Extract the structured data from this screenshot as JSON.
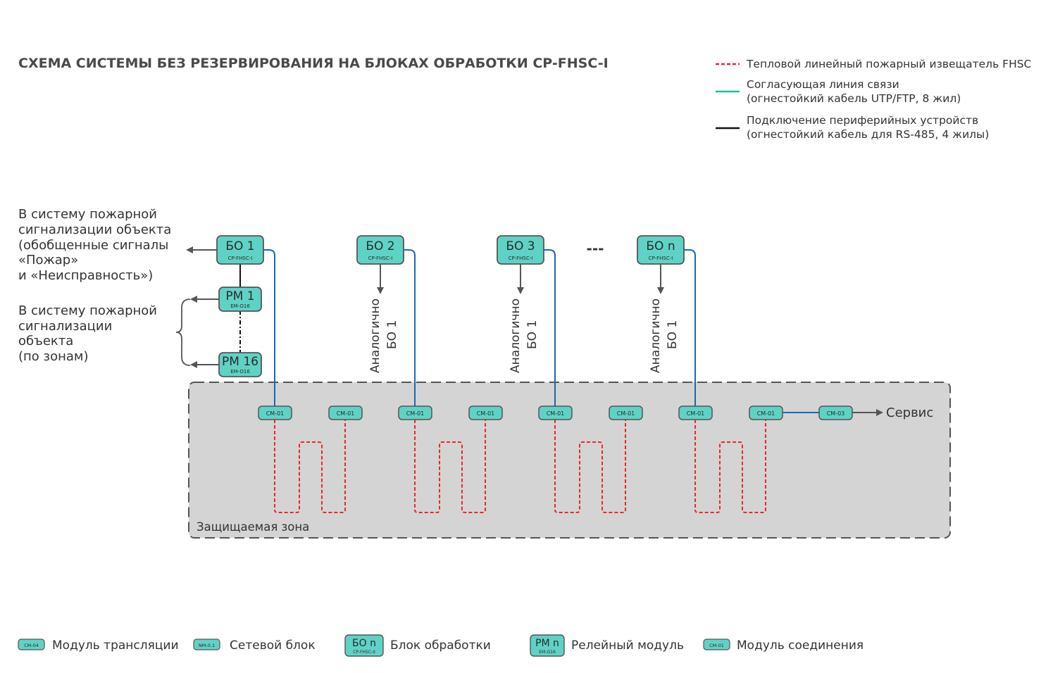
{
  "title": "СХЕМА СИСТЕМЫ БЕЗ РЕЗЕРВИРОВАНИЯ НА БЛОКАХ ОБРАБОТКИ CP-FHSC-I",
  "colors": {
    "accent": "#5fd2c6",
    "box_stroke": "#555555",
    "detector_line": "#e8282b",
    "comm_line": "#1e66b4",
    "zone_fill": "#d4d4d4",
    "zone_stroke": "#555555",
    "rs485_line": "#111111",
    "legend_green": "#1fbf9e"
  },
  "legend": {
    "detector": "Тепловой линейный пожарный извещатель FHSC",
    "comm_line_1": "Согласующая линия связи",
    "comm_line_2": "(огнестойкий кабель UTP/FTP, 8 жил)",
    "rs485_1": "Подключение периферийных устройств",
    "rs485_2": "(огнестойкий кабель для RS-485, 4 жилы)"
  },
  "left_text": {
    "general": [
      "В систему пожарной",
      "сигнализации объекта",
      "(обобщенные сигналы",
      "«Пожар»",
      "и «Неисправность»)"
    ],
    "zones": [
      "В систему пожарной",
      "сигнализации",
      "объекта",
      "(по зонам)"
    ]
  },
  "processing_units": [
    {
      "label": "БО 1",
      "model": "CP-FHSC-I"
    },
    {
      "label": "БО 2",
      "model": "CP-FHSC-I"
    },
    {
      "label": "БО 3",
      "model": "CP-FHSC-I"
    },
    {
      "label": "БО n",
      "model": "CP-FHSC-I"
    }
  ],
  "dots": "---",
  "relay_modules": [
    {
      "label": "РМ 1",
      "model": "EM-O16"
    },
    {
      "label": "РМ 16",
      "model": "EM-O16"
    }
  ],
  "analog_note": {
    "line1": "Аналогично",
    "line2": "БО 1"
  },
  "connection_modules": [
    "CM-01",
    "CM-01",
    "CM-01",
    "CM-01",
    "CM-01",
    "CM-01",
    "CM-01",
    "CM-01"
  ],
  "translation_module": "CM-03",
  "service": "Сервис",
  "zone_label": "Защищаемая зона",
  "bottom_legend": [
    {
      "icon": "CM-04",
      "text": "Модуль трансляции"
    },
    {
      "icon": "NM-0.1",
      "text": "Сетевой блок"
    },
    {
      "icon_main": "БО n",
      "icon_sub": "CP-FHSC-II",
      "text": "Блок обработки"
    },
    {
      "icon_main": "РМ n",
      "icon_sub": "EM-O16",
      "text": "Релейный модуль"
    },
    {
      "icon": "CM-01",
      "text": "Модуль соединения"
    }
  ]
}
